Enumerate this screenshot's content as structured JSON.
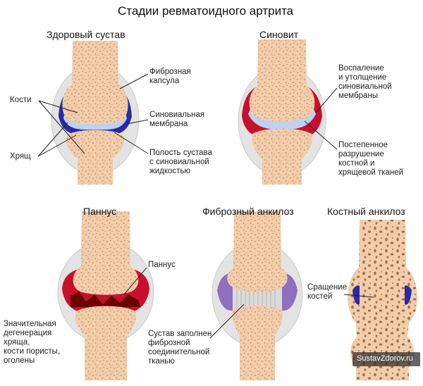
{
  "title": "Стадии ревматоидного артрита",
  "panels": {
    "healthy": {
      "heading": "Здоровый сустав",
      "labels": {
        "bones": "Кости",
        "cartilage": "Хрящ",
        "capsule": "Фиброзная\nкапсула",
        "membrane": "Синовиальная\nмембрана",
        "cavity": "Полость сустава\nс синовиальной\nжидкостью"
      }
    },
    "synovitis": {
      "heading": "Синовит",
      "labels": {
        "inflammation": "Воспаление\nи утолщение\nсиновиальной\nмембраны",
        "destruction": "Постепенное\nразрушение\nкостной и\nхрящевой тканей"
      }
    },
    "pannus": {
      "heading": "Паннус",
      "labels": {
        "pannus": "Паннус",
        "degeneration": "Значительная\nдегенерация\nхряща,\nкости пористы,\nоголены"
      }
    },
    "fibrous": {
      "heading": "Фиброзный анкилоз",
      "labels": {
        "filled": "Сустав заполнен\nфиброзной\nсоединительной\nтканью"
      }
    },
    "bony": {
      "heading": "Костный анкилоз",
      "labels": {
        "fusion": "Сращение\nкостей"
      }
    }
  },
  "watermark": "SustavZdorov.ru",
  "colors": {
    "bone": "#f3cca9",
    "bone_dots": "#b58a66",
    "capsule": "#e3e3e3",
    "cartilage": "#bcd2f2",
    "membrane": "#2a2aa6",
    "inflamed": "#c8102e",
    "fibrous": "#8e6fc0"
  }
}
